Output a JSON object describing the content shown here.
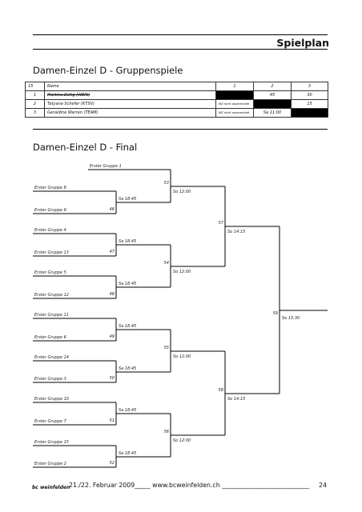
{
  "header": {
    "title": "Spielplan"
  },
  "groups": {
    "heading": "Damen-Einzel D - Gruppenspiele",
    "head_row": {
      "num": "15",
      "name": "Name",
      "c1": "1",
      "c2": "2",
      "c3": "3"
    },
    "rows": [
      {
        "num": "1",
        "name": "Martina Züllig (WEIN)",
        "c1": "",
        "c2": "45",
        "c3": "30"
      },
      {
        "num": "2",
        "name": "Tatyana Schefer (KTSV)",
        "c1": "MZ nicht angemeldet",
        "c2": "",
        "c3": "15"
      },
      {
        "num": "3",
        "name": "Geraldine Warren (TEAM)",
        "c1": "MZ nicht angemeldet",
        "c2": "Sa 11:00",
        "c3": ""
      }
    ]
  },
  "final": {
    "heading": "Damen-Einzel D - Final",
    "entries": [
      "Erster Gruppe 1",
      "Erster Gruppe 8",
      "Erster Gruppe 9",
      "Erster Gruppe 4",
      "Erster Gruppe 13",
      "Erster Gruppe 5",
      "Erster Gruppe 12",
      "Erster Gruppe 11",
      "Erster Gruppe 6",
      "Erster Gruppe 14",
      "Erster Gruppe 3",
      "Erster Gruppe 10",
      "Erster Gruppe 7",
      "Erster Gruppe 15",
      "Erster Gruppe 2"
    ],
    "r1": [
      {
        "num": "46",
        "time": "Sa 18:45"
      },
      {
        "num": "47",
        "time": "Sa 18:45"
      },
      {
        "num": "48",
        "time": "Sa 18:45"
      },
      {
        "num": "49",
        "time": "Sa 18:45"
      },
      {
        "num": "50",
        "time": "Sa 18:45"
      },
      {
        "num": "51",
        "time": "Sa 18:45"
      },
      {
        "num": "52",
        "time": "Sa 18:45"
      }
    ],
    "r2": [
      {
        "num": "53",
        "time": "So 12:00"
      },
      {
        "num": "54",
        "time": "So 12:00"
      },
      {
        "num": "55",
        "time": "So 12:00"
      },
      {
        "num": "56",
        "time": "So 12:00"
      }
    ],
    "r3": [
      {
        "num": "57",
        "time": "So 14:15"
      },
      {
        "num": "58",
        "time": "So 14:15"
      }
    ],
    "r4": [
      {
        "num": "59",
        "time": "So 15:30"
      }
    ]
  },
  "footer": {
    "logo": "bc weinfelden",
    "text": "21./22. Februar 2009_____ www.bcweinfelden.ch ____________________________",
    "page": "24"
  }
}
